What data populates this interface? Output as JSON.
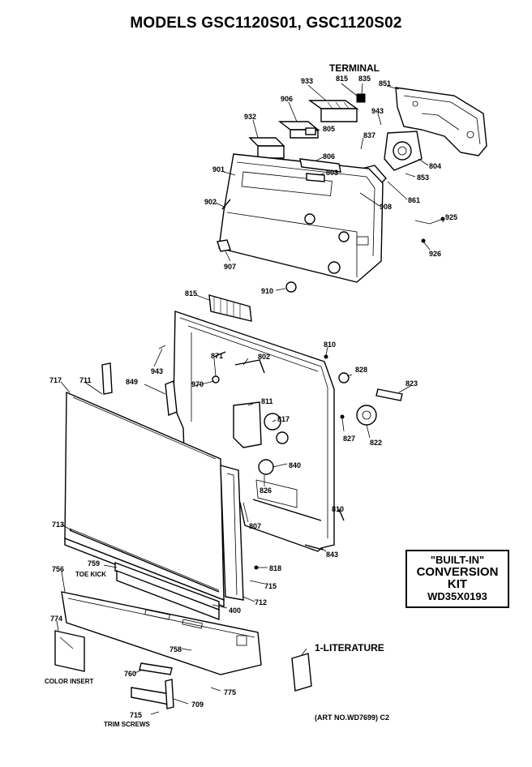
{
  "title": "MODELS GSC1120S01, GSC1120S02",
  "labels": {
    "terminal": "TERMINAL",
    "toe_kick": "TOE KICK",
    "color_insert": "COLOR INSERT",
    "trim_screws": "TRIM SCREWS",
    "literature": "1-LITERATURE",
    "art_no": "(ART NO.WD7699) C2"
  },
  "kit": {
    "line1": "\"BUILT-IN\"",
    "line2": "CONVERSION",
    "line3": "KIT",
    "line4": "WD35X0193"
  },
  "part_numbers": [
    "815",
    "835",
    "851",
    "933",
    "906",
    "943",
    "932",
    "805",
    "837",
    "806",
    "804",
    "901",
    "803",
    "853",
    "908",
    "861",
    "902",
    "925",
    "926",
    "907",
    "910",
    "815",
    "802",
    "871",
    "810",
    "943",
    "828",
    "849",
    "970",
    "823",
    "717",
    "711",
    "811",
    "817",
    "827",
    "822",
    "840",
    "826",
    "810",
    "713",
    "807",
    "843",
    "818",
    "759",
    "756",
    "715",
    "712",
    "400",
    "774",
    "758",
    "760",
    "775",
    "709",
    "715"
  ]
}
